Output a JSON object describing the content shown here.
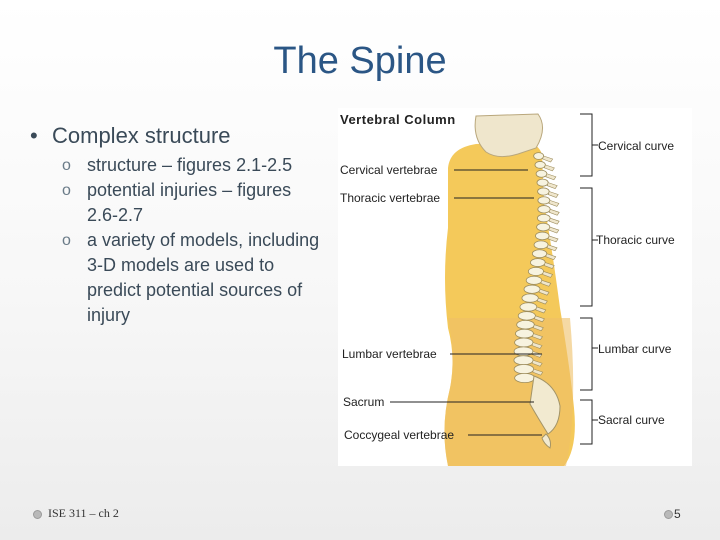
{
  "slide": {
    "title": "The Spine",
    "bullet": "Complex structure",
    "sub_bullets": [
      "structure – figures 2.1-2.5",
      "potential injuries – figures 2.6-2.7",
      "a variety of models, including 3-D models are used to predict potential sources of injury"
    ]
  },
  "figure": {
    "title": "Vertebral Column",
    "left_labels": {
      "cervical_vertebrae": "Cervical vertebrae",
      "thoracic_vertebrae": "Thoracic vertebrae",
      "lumbar_vertebrae": "Lumbar vertebrae",
      "sacrum": "Sacrum",
      "coccygeal_vertebrae": "Coccygeal vertebrae"
    },
    "right_labels": {
      "cervical_curve": "Cervical curve",
      "thoracic_curve": "Thoracic curve",
      "lumbar_curve": "Lumbar curve",
      "sacral_curve": "Sacral curve"
    }
  },
  "footer": {
    "course": "ISE 311 – ch 2",
    "page": "5"
  },
  "colors": {
    "title": "#2b5685",
    "body_yellow": "#f4c95a",
    "bone": "#f7f3df"
  }
}
